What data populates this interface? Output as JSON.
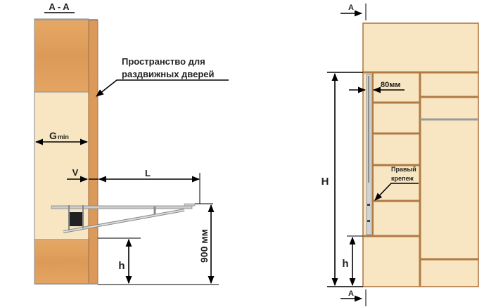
{
  "section_view": {
    "title": "A - A",
    "annotation_line1": "Пространство для",
    "annotation_line2": "раздвижных дверей",
    "depth_label": "G",
    "depth_label_sub": "min",
    "offset_label": "V",
    "length_label": "L",
    "height_label": "h",
    "table_height_label": "900 мм"
  },
  "front_view": {
    "section_marker_top": "A",
    "section_marker_bottom": "A",
    "total_height_label": "H",
    "height_label": "h",
    "clearance_label": "80мм",
    "fastener_line1": "Правый",
    "fastener_line2": "крепеж"
  },
  "colors": {
    "wood": "#e0a060",
    "panel": "#f8e6c2",
    "edge": "#b07a44"
  }
}
